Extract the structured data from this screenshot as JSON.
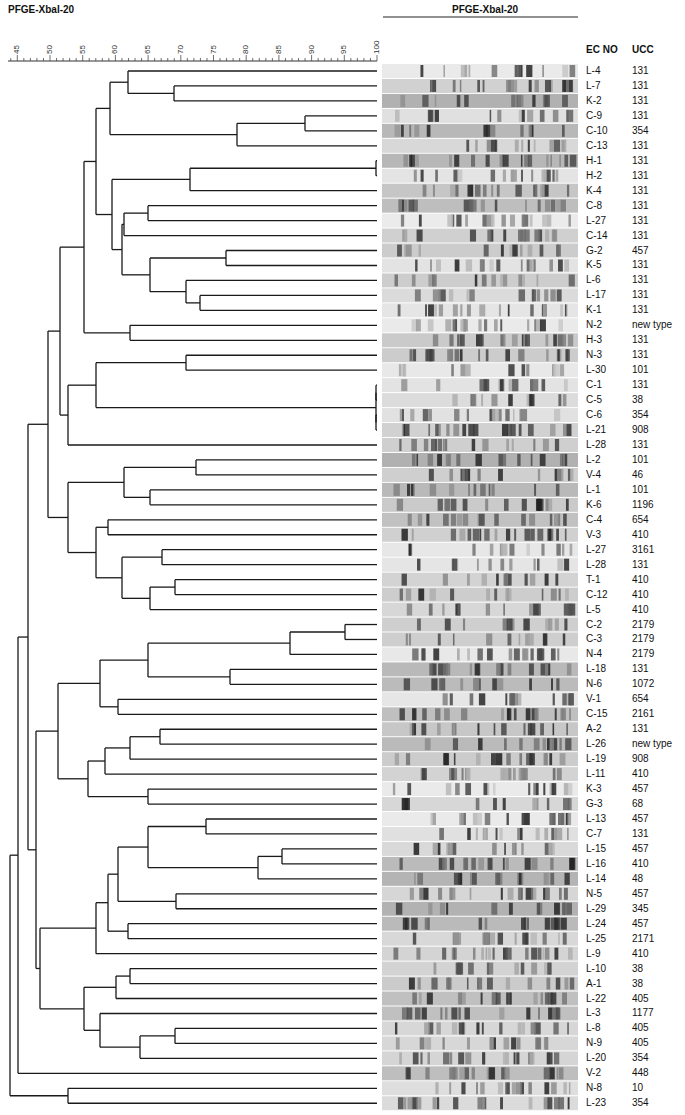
{
  "diagram": {
    "labels": [
      "PFGE-XbaI-20",
      "PFGE-XbaI-20",
      "45",
      "50",
      "55",
      "60",
      "65",
      "70",
      "75",
      "80",
      "85",
      "90",
      "95",
      "100",
      "EC NO",
      "UCC",
      "L-4",
      "131",
      "L-7",
      "131",
      "K-2",
      "131",
      "C-9",
      "131",
      "C-10",
      "354",
      "C-13",
      "131",
      "H-1",
      "131",
      "H-2",
      "131",
      "K-4",
      "131",
      "C-8",
      "131",
      "L-27",
      "131",
      "C-14",
      "131",
      "G-2",
      "457",
      "K-5",
      "131",
      "L-6",
      "131",
      "L-17",
      "131",
      "K-1",
      "131",
      "N-2",
      "new type",
      "H-3",
      "131",
      "N-3",
      "131",
      "L-30",
      "101",
      "C-1",
      "131",
      "C-5",
      "38",
      "C-6",
      "354",
      "L-21",
      "908",
      "L-28",
      "131",
      "L-2",
      "101",
      "V-4",
      "46",
      "L-1",
      "101",
      "K-6",
      "1196",
      "C-4",
      "654",
      "V-3",
      "410",
      "L-27",
      "3161",
      "L-28",
      "131",
      "T-1",
      "410",
      "C-12",
      "410",
      "L-5",
      "410",
      "C-2",
      "2179",
      "C-3",
      "2179",
      "N-4",
      "2179",
      "L-18",
      "131",
      "N-6",
      "1072",
      "V-1",
      "654",
      "C-15",
      "2161",
      "A-2",
      "131",
      "L-26",
      "new type",
      "L-19",
      "908",
      "L-11",
      "410",
      "K-3",
      "457",
      "G-3",
      "68",
      "L-13",
      "457",
      "C-7",
      "131",
      "L-15",
      "457",
      "L-16",
      "410",
      "L-14",
      "48",
      "N-5",
      "457",
      "L-29",
      "345",
      "L-24",
      "457",
      "L-25",
      "2171",
      "L-9",
      "410",
      "L-10",
      "38",
      "A-1",
      "38",
      "L-22",
      "405",
      "L-3",
      "1177",
      "L-8",
      "405",
      "N-9",
      "405",
      "L-20",
      "354",
      "V-2",
      "448",
      "N-8",
      "10",
      "L-23",
      "354"
    ]
  }
}
